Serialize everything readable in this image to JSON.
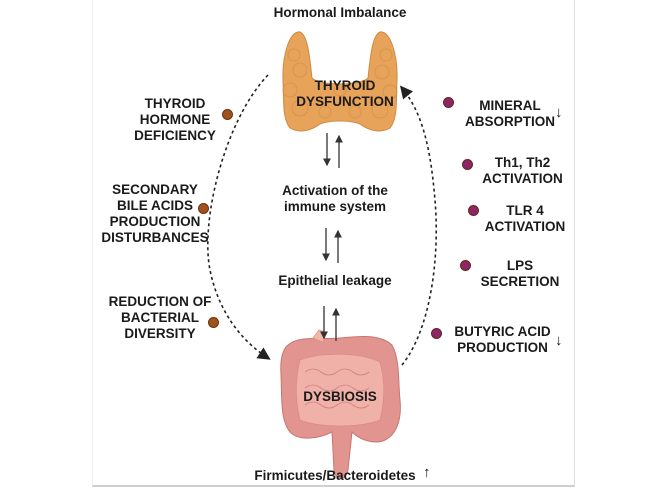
{
  "header": {
    "title": "Hormonal Imbalance"
  },
  "organs": {
    "thyroid": {
      "label_line1": "THYROID",
      "label_line2": "DYSFUNCTION",
      "color": "#e8a35a"
    },
    "gut": {
      "label": "DYSBIOSIS",
      "color": "#e29590"
    }
  },
  "center_steps": [
    {
      "line1": "Activation of the",
      "line2": "immune system"
    },
    {
      "line1": "Epithelial leakage"
    }
  ],
  "left_factors": [
    {
      "lines": [
        "THYROID",
        "HORMONE",
        "DEFICIENCY"
      ],
      "dot_color": "#a0521e"
    },
    {
      "lines": [
        "SECONDARY",
        "BILE ACIDS",
        "PRODUCTION",
        "DISTURBANCES"
      ],
      "dot_color": "#a0521e"
    },
    {
      "lines": [
        "REDUCTION OF",
        "BACTERIAL",
        "DIVERSITY"
      ],
      "dot_color": "#a0521e"
    }
  ],
  "right_factors": [
    {
      "lines": [
        "MINERAL",
        "ABSORPTION"
      ],
      "trend": "decrease",
      "trend_glyph": "↓",
      "dot_color": "#8e2566"
    },
    {
      "lines": [
        "Th1, Th2",
        "ACTIVATION"
      ],
      "dot_color": "#8e2566"
    },
    {
      "lines": [
        "TLR 4",
        "ACTIVATION"
      ],
      "dot_color": "#8e2566"
    },
    {
      "lines": [
        "LPS",
        "SECRETION"
      ],
      "dot_color": "#8e2566"
    },
    {
      "lines": [
        "BUTYRIC ACID",
        "PRODUCTION"
      ],
      "trend": "decrease",
      "trend_glyph": "↓",
      "dot_color": "#8e2566"
    }
  ],
  "footer": {
    "text": "Firmicutes/Bacteroidetes",
    "trend": "increase",
    "trend_glyph": "↑"
  }
}
